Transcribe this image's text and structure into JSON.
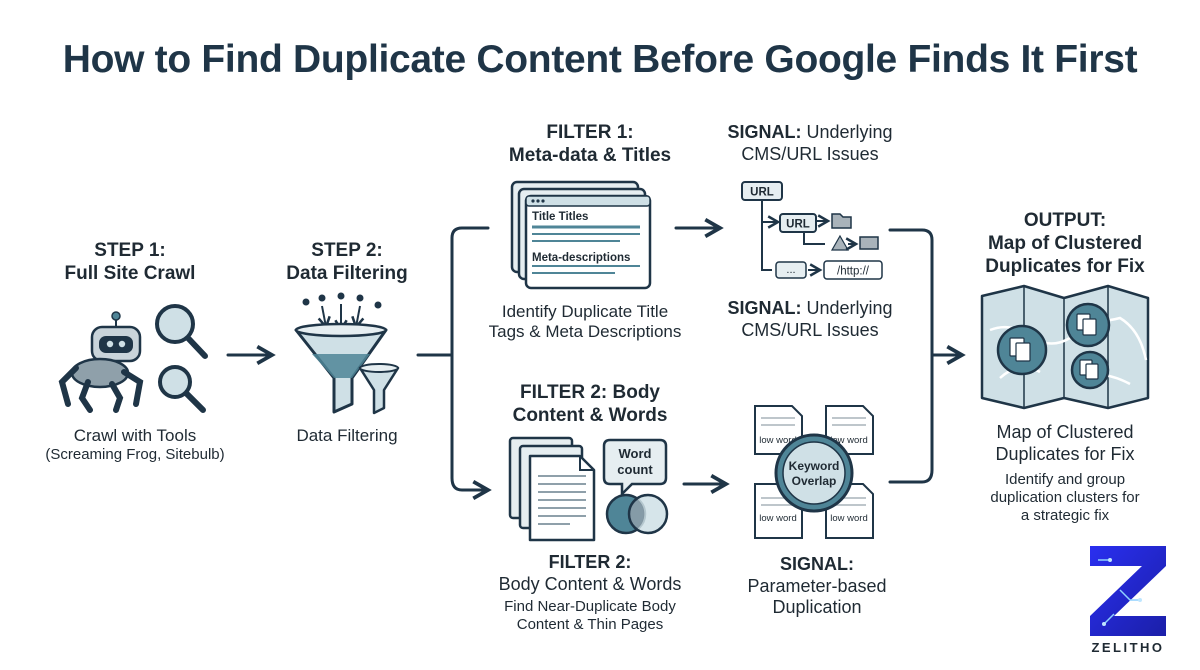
{
  "title": "How to Find Duplicate Content Before Google Finds It First",
  "step1": {
    "heading_line1": "STEP 1:",
    "heading_line2": "Full Site Crawl",
    "caption_line1": "Crawl with Tools",
    "caption_line2": "(Screaming Frog, Sitebulb)"
  },
  "step2": {
    "heading_line1": "STEP 2:",
    "heading_line2": "Data Filtering",
    "caption": "Data Filtering"
  },
  "filter1": {
    "heading_line1": "FILTER 1:",
    "heading_line2": "Meta-data & Titles",
    "doc_label_title": "Title Titles",
    "doc_label_meta": "Meta-descriptions",
    "caption_line1": "Identify Duplicate Title",
    "caption_line2": "Tags & Meta Descriptions"
  },
  "signal1": {
    "heading_bold": "SIGNAL:",
    "heading_rest": " Underlying",
    "heading_line2": "CMS/URL Issues",
    "url_root": "URL",
    "url_child": "URL",
    "url_dots": "...",
    "url_http": "/http://",
    "caption_bold": "SIGNAL:",
    "caption_rest": " Underlying",
    "caption_line2": "CMS/URL Issues"
  },
  "filter2": {
    "heading_line1": "FILTER 2: Body",
    "heading_line2": "Content & Words",
    "bubble_line1": "Word",
    "bubble_line2": "count",
    "caption_heading": "FILTER 2:",
    "caption_line1": "Body Content & Words",
    "caption_line2": "Find Near-Duplicate Body",
    "caption_line3": "Content & Thin Pages"
  },
  "signal2": {
    "doc_label": "low word",
    "center_line1": "Keyword",
    "center_line2": "Overlap",
    "heading": "SIGNAL:",
    "caption_line1": "Parameter-based",
    "caption_line2": "Duplication"
  },
  "output": {
    "heading_line1": "OUTPUT:",
    "heading_line2": "Map of Clustered",
    "heading_line3": "Duplicates for Fix",
    "caption_line1": "Map of Clustered",
    "caption_line2": "Duplicates for Fix",
    "desc_line1": "Identify and group",
    "desc_line2": "duplication clusters for",
    "desc_line3": "a strategic fix"
  },
  "logo": {
    "wordmark": "ZELITHO"
  },
  "colors": {
    "navy": "#1f3547",
    "teal": "#4f8597",
    "light_teal": "#cfe0e6",
    "gray": "#a9b3ba",
    "logo_blue": "#1d2bd6"
  }
}
